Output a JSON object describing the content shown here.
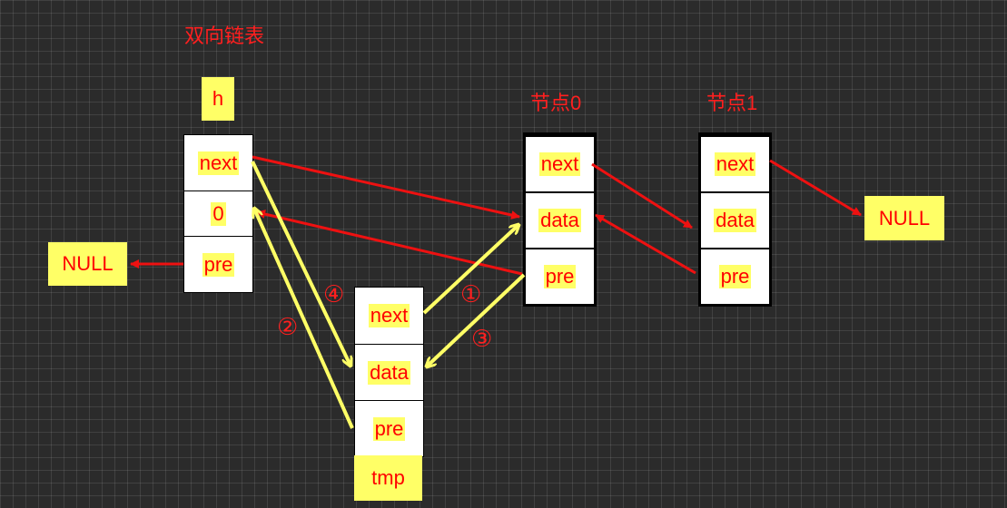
{
  "title": "双向链表",
  "head": {
    "label": "h",
    "cells": [
      "next",
      "0",
      "pre"
    ]
  },
  "null_left": "NULL",
  "tmp_node": {
    "cells": [
      "next",
      "data",
      "pre"
    ],
    "label": "tmp"
  },
  "node0": {
    "title": "节点0",
    "cells": [
      "next",
      "data",
      "pre"
    ]
  },
  "node1": {
    "title": "节点1",
    "cells": [
      "next",
      "data",
      "pre"
    ]
  },
  "null_right": "NULL",
  "steps": [
    "①",
    "②",
    "③",
    "④"
  ],
  "colors": {
    "red": "#ee1111",
    "yellow": "#ffff66"
  }
}
